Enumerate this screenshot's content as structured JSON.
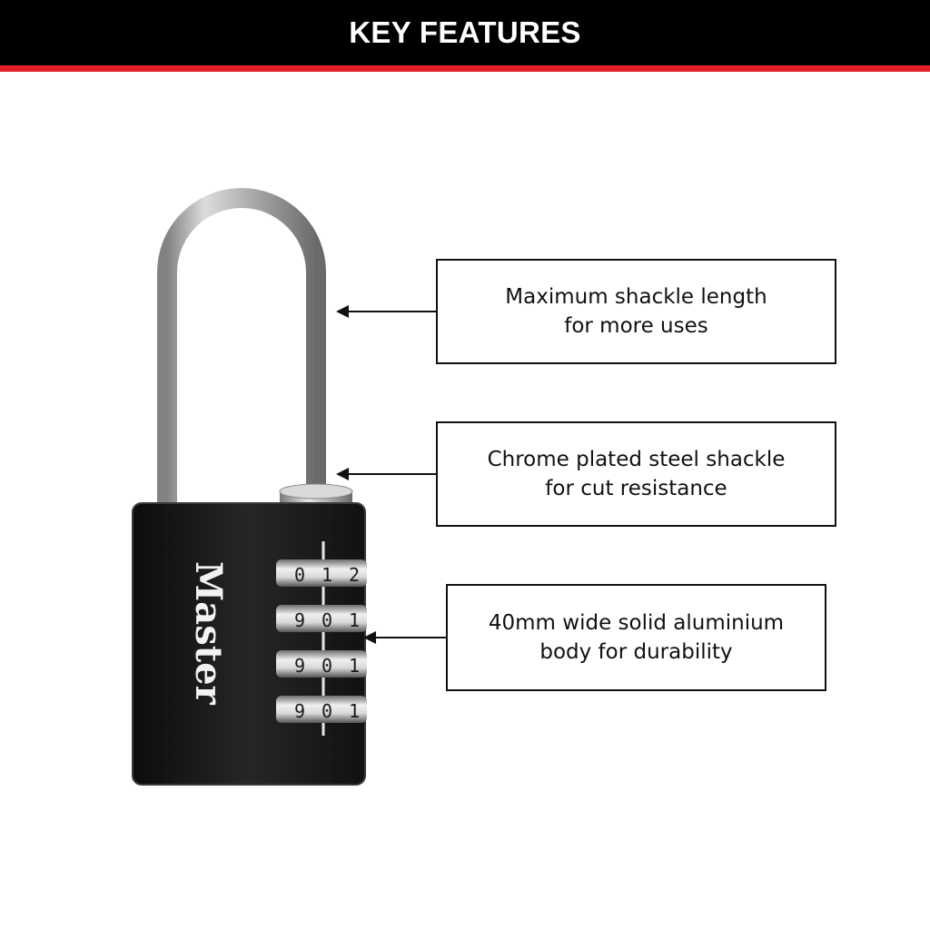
{
  "header": {
    "title": "KEY FEATURES",
    "background": "#000000",
    "stripe_color": "#e21e26"
  },
  "product": {
    "brand_text": "Master",
    "body_color": "#1a1a1a",
    "shackle_color": "#c8c8c8",
    "dials": [
      [
        "0",
        "1",
        "2"
      ],
      [
        "9",
        "0",
        "1"
      ],
      [
        "9",
        "0",
        "1"
      ],
      [
        "9",
        "0",
        "1"
      ]
    ]
  },
  "callouts": [
    {
      "line1": "Maximum shackle length",
      "line2": "for more uses"
    },
    {
      "line1": "Chrome plated steel shackle",
      "line2": "for cut resistance"
    },
    {
      "line1": "40mm wide solid aluminium",
      "line2": "body for durability"
    }
  ],
  "icons": [
    "arrow-left-icon"
  ]
}
